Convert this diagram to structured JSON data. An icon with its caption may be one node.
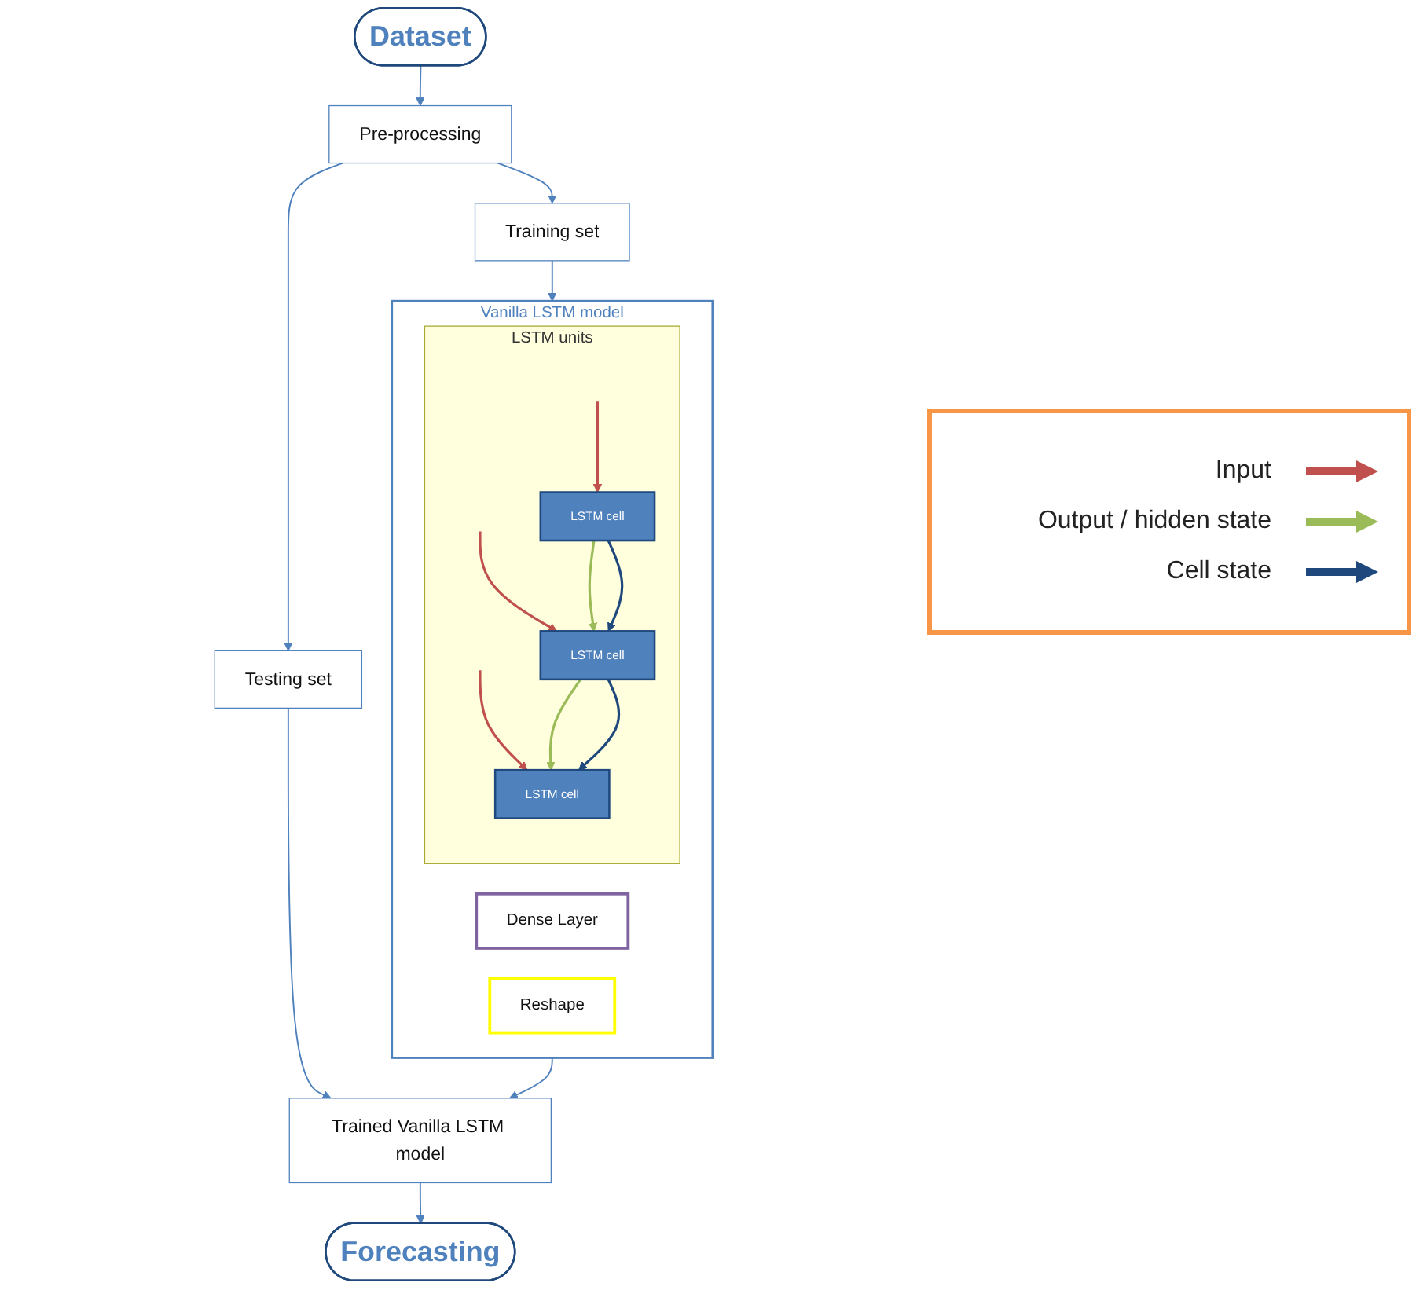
{
  "diagram": {
    "nodes": [
      {
        "text": [
          "Dataset"
        ]
      },
      {
        "text": [
          "Pre-processing"
        ]
      },
      {
        "text": [
          "Training set"
        ]
      },
      {
        "text": [
          "Testing set"
        ]
      },
      {
        "text": [
          "Vanilla LSTM model"
        ]
      },
      {
        "text": [
          "LSTM units"
        ],
        "in": 4
      },
      {
        "text": [
          "LSTM cell"
        ],
        "in": 5
      },
      {
        "text": [
          "LSTM cell"
        ],
        "in": 5
      },
      {
        "text": [
          "LSTM cell"
        ],
        "in": 5
      },
      {
        "text": [
          "Dense Layer"
        ],
        "in": 4
      },
      {
        "text": [
          "Reshape"
        ],
        "in": 4
      },
      {
        "text": [
          "Trained Vanilla LSTM model"
        ]
      },
      {
        "text": [
          "Forecasting"
        ]
      }
    ],
    "edges": [
      {
        "from": 0,
        "to": 1,
        "arrow": "to"
      },
      {
        "from": 1,
        "to": 2,
        "arrow": "to"
      },
      {
        "from": 1,
        "to": 3,
        "arrow": "to"
      },
      {
        "from": 2,
        "to": 4,
        "arrow": "to"
      },
      {
        "from": null,
        "to": 6,
        "arrow": "to",
        "color": "#c0504d"
      },
      {
        "from": null,
        "to": 7,
        "arrow": "to",
        "color": "#c0504d"
      },
      {
        "from": null,
        "to": 8,
        "arrow": "to",
        "color": "#c0504d"
      },
      {
        "from": 6,
        "to": 7,
        "arrow": "to",
        "color": "#9bbb59"
      },
      {
        "from": 7,
        "to": 8,
        "arrow": "to",
        "color": "#9bbb59"
      },
      {
        "from": 6,
        "to": 7,
        "arrow": "to",
        "color": "#1f497d"
      },
      {
        "from": 7,
        "to": 8,
        "arrow": "to",
        "color": "#1f497d"
      },
      {
        "from": 3,
        "to": 11,
        "arrow": "to"
      },
      {
        "from": 4,
        "to": 11,
        "arrow": "to"
      },
      {
        "from": 11,
        "to": 12,
        "arrow": "to"
      }
    ],
    "legend": [
      {
        "text": "Input",
        "color": "#c0504d"
      },
      {
        "text": "Output / hidden state",
        "color": "#9bbb59"
      },
      {
        "text": "Cell state",
        "color": "#1f497d"
      }
    ]
  }
}
